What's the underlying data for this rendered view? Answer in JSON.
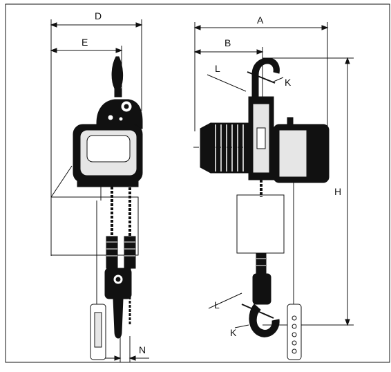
{
  "dimension_labels": {
    "D": "D",
    "E": "E",
    "A": "A",
    "B": "B",
    "H": "H",
    "N": "N",
    "L_top": "L",
    "K_top": "K",
    "L_bottom": "L",
    "K_bottom": "K"
  }
}
